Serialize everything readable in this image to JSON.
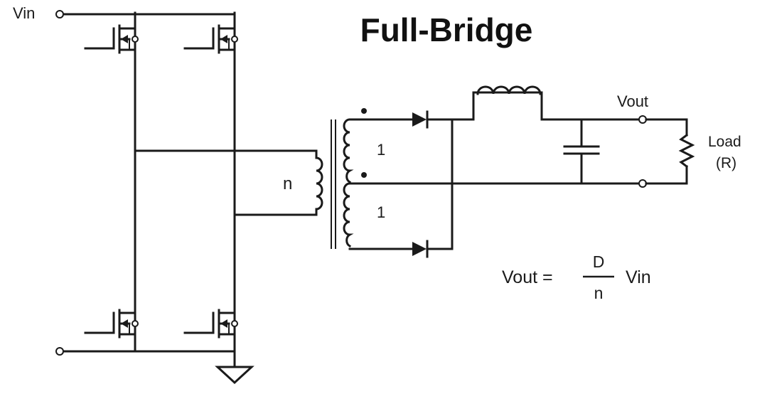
{
  "title": "Full-Bridge",
  "labels": {
    "vin": "Vin",
    "vout": "Vout",
    "load_line1": "Load",
    "load_line2": "(R)",
    "primary_turns": "n",
    "secondary_top_turns": "1",
    "secondary_bottom_turns": "1"
  },
  "formula": {
    "lhs": "Vout =",
    "numerator": "D",
    "denominator": "n",
    "rhs": "Vin"
  }
}
